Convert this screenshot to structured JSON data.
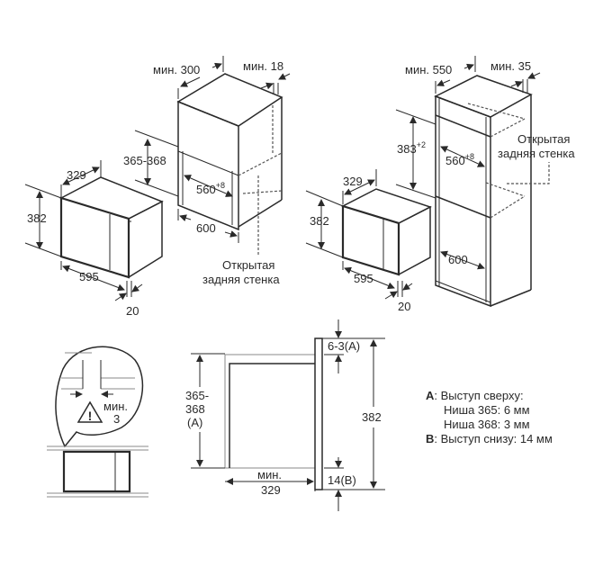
{
  "diagram": {
    "type": "installation-dimensions",
    "units": "mm",
    "panel_top_left": {
      "appliance": {
        "depth": "329",
        "height": "382",
        "width": "595",
        "front_protrusion": "20"
      },
      "cabinet": {
        "depth_min": "мин. 300",
        "side_min": "мин. 18",
        "niche_height": "365-368",
        "niche_width": "560",
        "niche_width_tol": "+8",
        "cabinet_width": "600",
        "open_back_line1": "Открытая",
        "open_back_line2": "задняя стенка"
      }
    },
    "panel_top_right": {
      "appliance": {
        "depth": "329",
        "height": "382",
        "width": "595",
        "front_protrusion": "20"
      },
      "cabinet": {
        "depth_min": "мин. 550",
        "side_min": "мин. 35",
        "niche_height": "383",
        "niche_height_tol": "+2",
        "niche_width": "560",
        "niche_width_tol": "+8",
        "cabinet_width": "600",
        "open_back_line1": "Открытая",
        "open_back_line2": "задняя стенка"
      }
    },
    "panel_bottom_left": {
      "gap_label_line1": "мин.",
      "gap_label_line2": "3",
      "warning_icon": "warning-triangle"
    },
    "panel_bottom_middle": {
      "niche_line1": "365-",
      "niche_line2": "368",
      "niche_line3": "(A)",
      "top_protrusion": "6-3(A)",
      "total_height": "382",
      "bottom_protrusion": "14(B)",
      "depth_line1": "мин.",
      "depth_line2": "329"
    },
    "legend": {
      "a_key": "A",
      "a_text": ": Выступ сверху:",
      "a_sub1": "Ниша 365: 6 мм",
      "a_sub2": "Ниша 368: 3 мм",
      "b_key": "B",
      "b_text": ": Выступ снизу: 14 мм"
    }
  }
}
